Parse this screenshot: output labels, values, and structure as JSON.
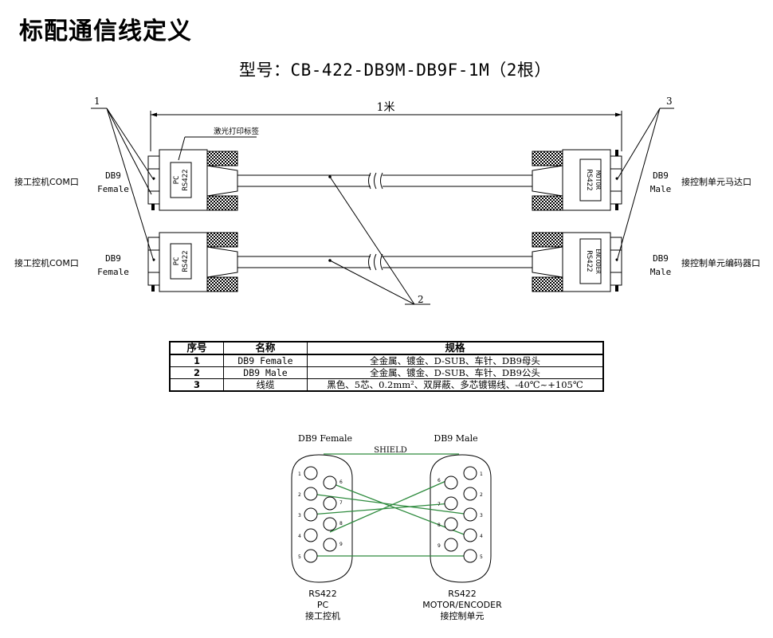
{
  "title": "标配通信线定义",
  "model": "型号：CB-422-DB9M-DB9F-1M（2根）",
  "cable": {
    "length_label": "1米",
    "laser_label": "激光打印标签",
    "callout_1": "1",
    "callout_2": "2",
    "callout_3": "3",
    "left_top": {
      "tag_line1": "PC",
      "tag_line2": "RS422",
      "conn_line1": "DB9",
      "conn_line2": "Female",
      "port": "接工控机COM口"
    },
    "left_bottom": {
      "tag_line1": "PC",
      "tag_line2": "RS422",
      "conn_line1": "DB9",
      "conn_line2": "Female",
      "port": "接工控机COM口"
    },
    "right_top": {
      "tag_line1": "RS422",
      "tag_line2": "MOTOR",
      "conn_line1": "DB9",
      "conn_line2": "Male",
      "port": "接控制单元马达口"
    },
    "right_bottom": {
      "tag_line1": "RS422",
      "tag_line2": "ENCODER",
      "conn_line1": "DB9",
      "conn_line2": "Male",
      "port": "接控制单元编码器口"
    }
  },
  "table": {
    "headers": [
      "序号",
      "名称",
      "规格"
    ],
    "rows": [
      {
        "no": "1",
        "name": "DB9 Female",
        "spec": "全金属、镀金、D-SUB、车针、DB9母头"
      },
      {
        "no": "2",
        "name": "DB9 Male",
        "spec": "全金属、镀金、D-SUB、车针、DB9公头"
      },
      {
        "no": "3",
        "name": "线缆",
        "spec": "黑色、5芯、0.2mm²、双屏蔽、多芯镀锡线、-40℃~+105℃"
      }
    ]
  },
  "pinout": {
    "left_header": "DB9 Female",
    "right_header": "DB9 Male",
    "shield_label": "SHIELD",
    "left_footer": [
      "RS422",
      "PC",
      "接工控机"
    ],
    "right_footer": [
      "RS422",
      "MOTOR/ENCODER",
      "接控制单元"
    ],
    "left_pins_outer": [
      "1",
      "2",
      "3",
      "4",
      "5"
    ],
    "left_pins_inner": [
      "6",
      "7",
      "8",
      "9"
    ],
    "right_pins_outer": [
      "1",
      "2",
      "3",
      "4",
      "5"
    ],
    "right_pins_inner": [
      "6",
      "7",
      "8",
      "9"
    ],
    "wire_color": "#2e8b3e"
  }
}
